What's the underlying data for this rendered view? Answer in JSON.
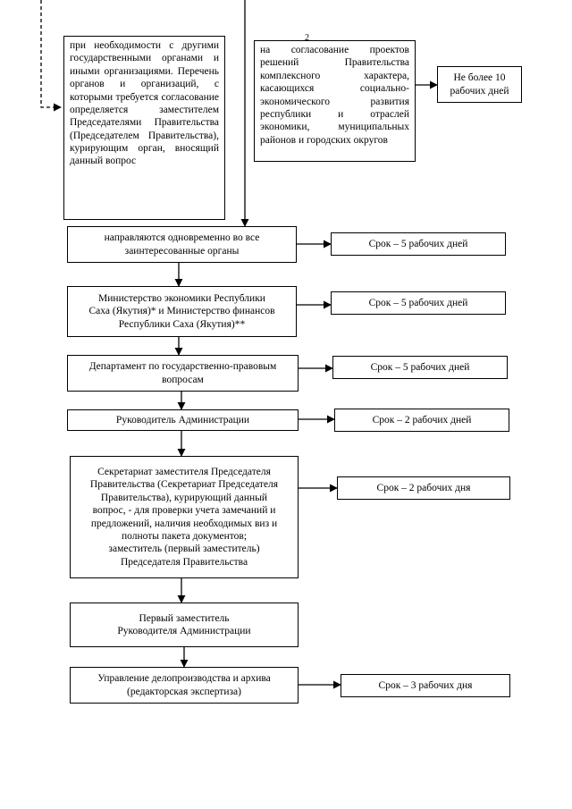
{
  "page_number": "2",
  "top_left_box": "при необходимости с другими государственными органами и иными организациями. Перечень органов и организаций, с которыми требуется согласование определяется заместителем Председателями Правительства (Председателем Правительства), курирующим орган, вносящий данный вопрос",
  "top_right_box": "на согласование проектов решений Правительства комплексного характера, касающихся социально-экономического развития республики и отраслей экономики, муниципальных районов и городских округов",
  "top_right_term": "Не более 10 рабочих дней",
  "steps": [
    {
      "lines": [
        "направляются одновременно во все",
        "заинтересованные органы"
      ],
      "term": "Срок – 5 рабочих дней"
    },
    {
      "lines": [
        "Министерство экономики Республики",
        "Саха (Якутия)* и Министерство финансов",
        "Республики Саха (Якутия)**"
      ],
      "term": "Срок – 5 рабочих дней"
    },
    {
      "lines": [
        "Департамент по государственно-правовым",
        "вопросам"
      ],
      "term": "Срок – 5 рабочих дней"
    },
    {
      "lines": [
        "Руководитель Администрации"
      ],
      "term": "Срок – 2 рабочих дней"
    },
    {
      "lines": [
        "Секретариат заместителя Председателя",
        "Правительства (Секретариат Председателя",
        "Правительства), курирующий данный",
        "вопрос, - для проверки учета замечаний и",
        "предложений, наличия необходимых виз и",
        "полноты пакета документов;",
        "заместитель (первый заместитель)",
        "Председателя Правительства"
      ],
      "term": "Срок – 2 рабочих дня"
    },
    {
      "lines": [
        "Первый заместитель",
        "Руководителя Администрации"
      ],
      "term": ""
    },
    {
      "lines": [
        "Управление делопроизводства и архива",
        "(редакторская экспертиза)"
      ],
      "term": "Срок – 3 рабочих дня"
    }
  ]
}
